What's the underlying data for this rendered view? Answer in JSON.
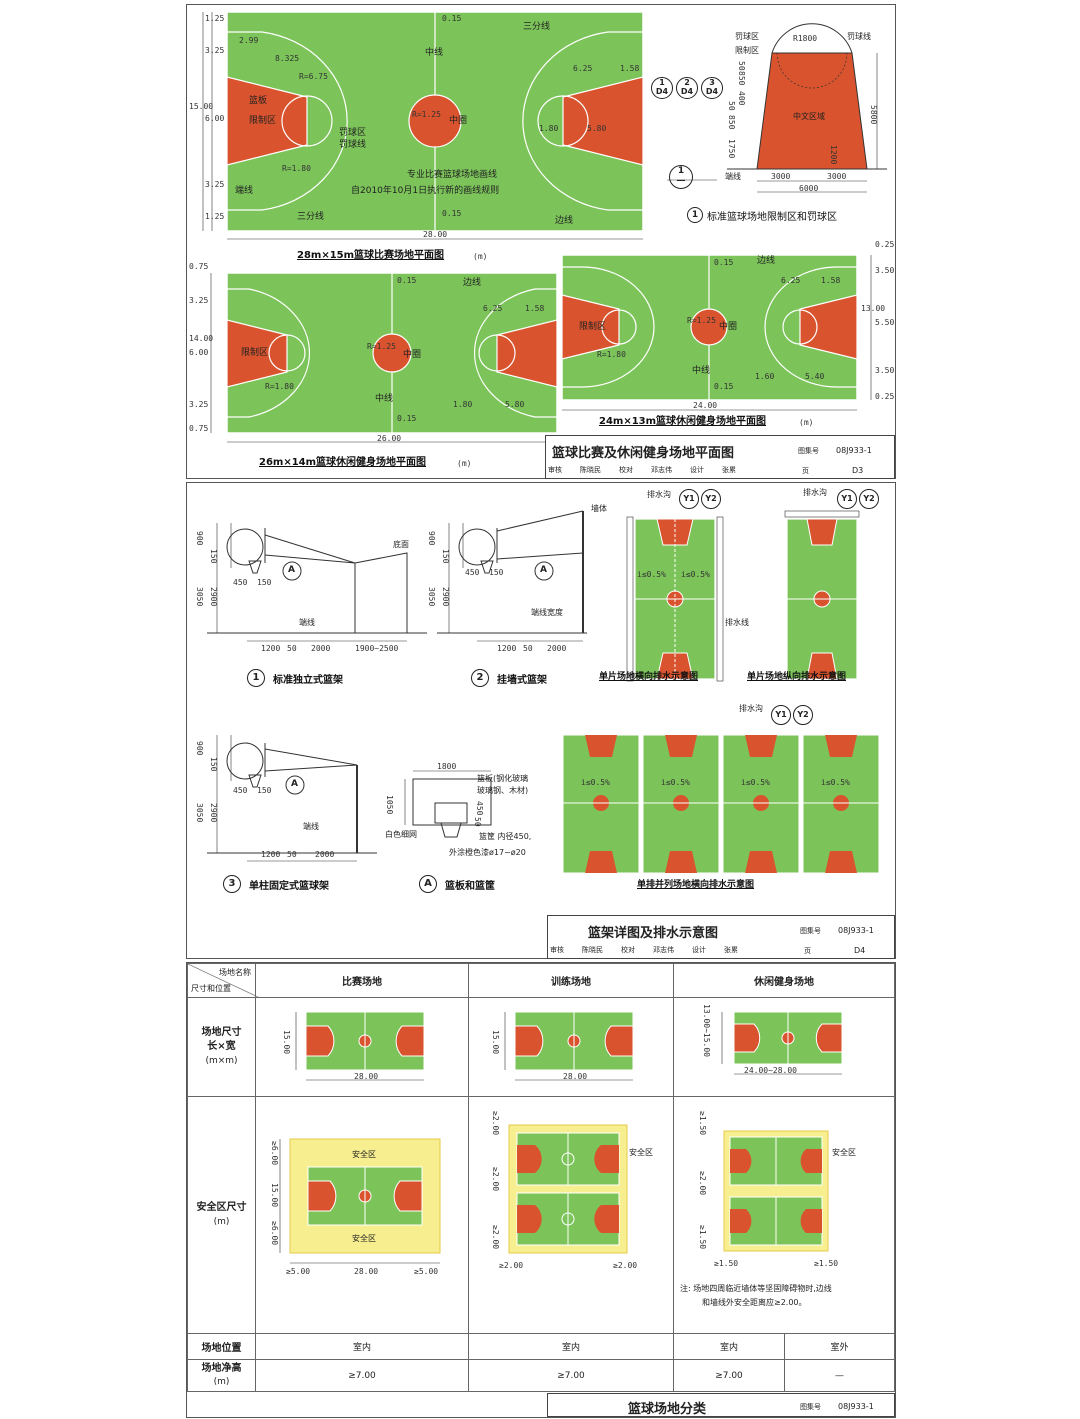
{
  "colors": {
    "court_green": "#7cc45a",
    "key_red": "#d9542e",
    "line_white": "#ffffff",
    "safe_yellow": "#f7ef8f",
    "safe_border": "#e8c94a"
  },
  "sheet1": {
    "main_court": {
      "title": "28m×15m篮球比赛场地平面图",
      "unit": "(m)",
      "dims": {
        "length": "28.00",
        "left_2_99": "2.99",
        "left_8_325": "8.325",
        "r_6_75": "R=6.75",
        "r_1_25": "R=1.25",
        "d_6_25": "6.25",
        "d_1_58": "1.58",
        "d_1_80": "1.80",
        "d_5_80": "5.80",
        "top_0_15": "0.15",
        "bot_0_15": "0.15",
        "side_1_25a": "1.25",
        "side_3_25a": "3.25",
        "side_6_00": "6.00",
        "side_15_00": "15.00",
        "side_3_25b": "3.25",
        "side_1_25b": "1.25",
        "r_1_80": "R=1.80"
      },
      "labels": {
        "sanfen_top": "三分线",
        "sanfen_bot": "三分线",
        "zhongxian": "中线",
        "bianxian": "边线",
        "duanxian": "端线",
        "zhongquan": "中圈",
        "lanban": "篮板",
        "xianzhiqu": "限制区",
        "faqiuqu": "罚球区",
        "faqiuxian": "罚球线",
        "note1": "专业比赛篮球场地画线",
        "note2": "自2010年10月1日执行新的画线规则"
      },
      "markers": [
        {
          "num": "1",
          "sub": "D4"
        },
        {
          "num": "2",
          "sub": "D4"
        },
        {
          "num": "3",
          "sub": "D4"
        }
      ],
      "marker_single": "1",
      "marker_single_sub": "—"
    },
    "key_detail": {
      "caption_num": "1",
      "caption": "标准篮球场地限制区和罚球区",
      "labels": {
        "faqiuqu": "罚球区",
        "xianzhiqu": "限制区",
        "faqiuxian": "罚球线",
        "r1800": "R1800",
        "zhongwen": "中文区域",
        "duanxian": "端线"
      },
      "dims": {
        "w3000a": "3000",
        "w3000b": "3000",
        "w6000": "6000",
        "h5800": "5800",
        "h1200": "1200",
        "v1750": "1750",
        "v850": "850",
        "v400": "400",
        "v50": "50",
        "v850b": "850",
        "v50b": "50"
      }
    },
    "court_26": {
      "title": "26m×14m篮球休闲健身场地平面图",
      "unit": "(m)",
      "dims": {
        "length": "26.00",
        "d6_25": "6.25",
        "d1_58": "1.58",
        "d1_80": "1.80",
        "d5_80": "5.80",
        "top0_15": "0.15",
        "bot0_15": "0.15",
        "s0_75a": "0.75",
        "s3_25a": "3.25",
        "s6_00": "6.00",
        "s14_00": "14.00",
        "s3_25b": "3.25",
        "s0_75b": "0.75",
        "r1_25": "R=1.25",
        "r1_80": "R=1.80"
      },
      "labels": {
        "bianxian": "边线",
        "zhongxian": "中线",
        "xianzhiqu": "限制区",
        "zhongquan": "中圈"
      }
    },
    "court_24": {
      "title": "24m×13m篮球休闲健身场地平面图",
      "unit": "(m)",
      "dims": {
        "length": "24.00",
        "d6_25": "6.25",
        "d1_58": "1.58",
        "d1_60": "1.60",
        "d5_40": "5.40",
        "top0_15": "0.15",
        "bot0_15": "0.15",
        "s0_25a": "0.25",
        "s3_50a": "3.50",
        "s5_50": "5.50",
        "s13_00": "13.00",
        "s3_50b": "3.50",
        "s0_25b": "0.25",
        "r1_25": "R=1.25",
        "r1_80": "R=1.80"
      },
      "labels": {
        "bianxian": "边线",
        "zhongxian": "中线",
        "xianzhiqu": "限制区",
        "zhongquan": "中圈"
      }
    },
    "title_block": {
      "title": "篮球比赛及休闲健身场地平面图",
      "tuji_label": "图集号",
      "tuji_value": "08J933-1",
      "ye_label": "页",
      "ye_value": "D3",
      "row": [
        "审核",
        "陈晓民",
        "校对",
        "邓志伟",
        "设计",
        "张累"
      ]
    }
  },
  "sheet2": {
    "stand1": {
      "num": "1",
      "caption": "标准独立式篮架",
      "dims": {
        "h900": "900",
        "h150": "150",
        "h3050": "3050",
        "h2900": "2900",
        "w450": "450",
        "w150": "150",
        "w1200": "1200",
        "w50": "50",
        "w2000": "2000",
        "w1900": "1900~2500"
      },
      "labels": {
        "duanxian": "端线",
        "dimian": "底面"
      },
      "marker": "A"
    },
    "stand2": {
      "num": "2",
      "caption": "挂墙式篮架",
      "dims": {
        "h900": "900",
        "h150": "150",
        "h3050": "3050",
        "h2900": "2900",
        "w450": "450",
        "w150": "150",
        "w1200": "1200",
        "w50": "50",
        "w2000": "2000"
      },
      "labels": {
        "qiang": "墙体",
        "duanxian": "端线",
        "qiangkuan": "端线宽度"
      },
      "marker": "A"
    },
    "stand3": {
      "num": "3",
      "caption": "单柱固定式篮球架",
      "dims": {
        "h900": "900",
        "h150": "150",
        "h3050": "3050",
        "h2900": "2900",
        "w450": "450",
        "w150": "150",
        "w1200": "1200",
        "w50": "50",
        "w2000": "2000"
      },
      "labels": {
        "duanxian": "端线"
      },
      "marker": "A"
    },
    "backboard": {
      "num": "A",
      "caption": "篮板和篮筐",
      "dims": {
        "w1800": "1800",
        "h1050": "1050",
        "h450": "450",
        "h50": "50"
      },
      "labels": {
        "lanban": "篮板(钢化玻璃",
        "lanban2": "玻璃钢、木材)",
        "baise": "白色细网",
        "lankuang": "篮筐 内径450,",
        "lankuang2": "外涂橙色漆ø17~ø20"
      }
    },
    "drain1": {
      "caption": "单片场地横向排水示意图",
      "labels": {
        "paishuigou": "排水沟",
        "slope_l": "i≤0.5%",
        "slope_r": "i≤0.5%",
        "paishuixian": "排水线"
      },
      "markers": [
        "Y1",
        "Y2"
      ]
    },
    "drain2": {
      "caption": "单片场地纵向排水示意图",
      "labels": {
        "paishuigou": "排水沟"
      },
      "markers": [
        "Y1",
        "Y2"
      ]
    },
    "drain3": {
      "caption": "单排并列场地横向排水示意图",
      "labels": {
        "paishuigou": "排水沟",
        "slope": "i≤0.5%"
      },
      "markers": [
        "Y1",
        "Y2"
      ]
    },
    "title_block": {
      "title": "篮架详图及排水示意图",
      "tuji_label": "图集号",
      "tuji_value": "08J933-1",
      "ye_label": "页",
      "ye_value": "D4",
      "row": [
        "审核",
        "陈晓民",
        "校对",
        "邓志伟",
        "设计",
        "张累"
      ]
    }
  },
  "sheet3": {
    "header": {
      "corner_top": "场地名称",
      "corner_bot": "尺寸和位置",
      "cols": [
        "比赛场地",
        "训练场地",
        "休闲健身场地"
      ]
    },
    "rows": {
      "size": {
        "label1": "场地尺寸",
        "label2": "长×宽",
        "label3": "(m×m)",
        "cells": [
          {
            "w": "28.00",
            "h": "15.00"
          },
          {
            "w": "28.00",
            "h": "15.00"
          },
          {
            "w": "24.00~28.00",
            "h": "13.00~15.00"
          }
        ]
      },
      "safe": {
        "label1": "安全区尺寸",
        "label2": "(m)",
        "safe_label": "安全区",
        "c1": {
          "top": "≥6.00",
          "mid": "15.00",
          "bot": "≥6.00",
          "left": "≥5.00",
          "w": "28.00",
          "right": "≥5.00"
        },
        "c2": {
          "top": "≥2.00",
          "mid": "≥2.00",
          "bot": "≥2.00",
          "left": "≥2.00",
          "right": "≥2.00"
        },
        "c3": {
          "top": "≥1.50",
          "mid": "≥2.00",
          "bot": "≥1.50",
          "left": "≥1.50",
          "right": "≥1.50"
        },
        "note1": "注: 场地四周临近墙体等坚固障碍物时,边线",
        "note2": "和墙线外安全距离应≥2.00。"
      },
      "position": {
        "label": "场地位置",
        "cells": [
          "室内",
          "室内",
          "室内",
          "室外"
        ]
      },
      "height": {
        "label1": "场地净高",
        "label2": "(m)",
        "cells": [
          "≥7.00",
          "≥7.00",
          "≥7.00",
          "—"
        ]
      }
    },
    "title_block": {
      "title": "篮球场地分类",
      "tuji_label": "图集号",
      "tuji_value": "08J933-1"
    }
  }
}
